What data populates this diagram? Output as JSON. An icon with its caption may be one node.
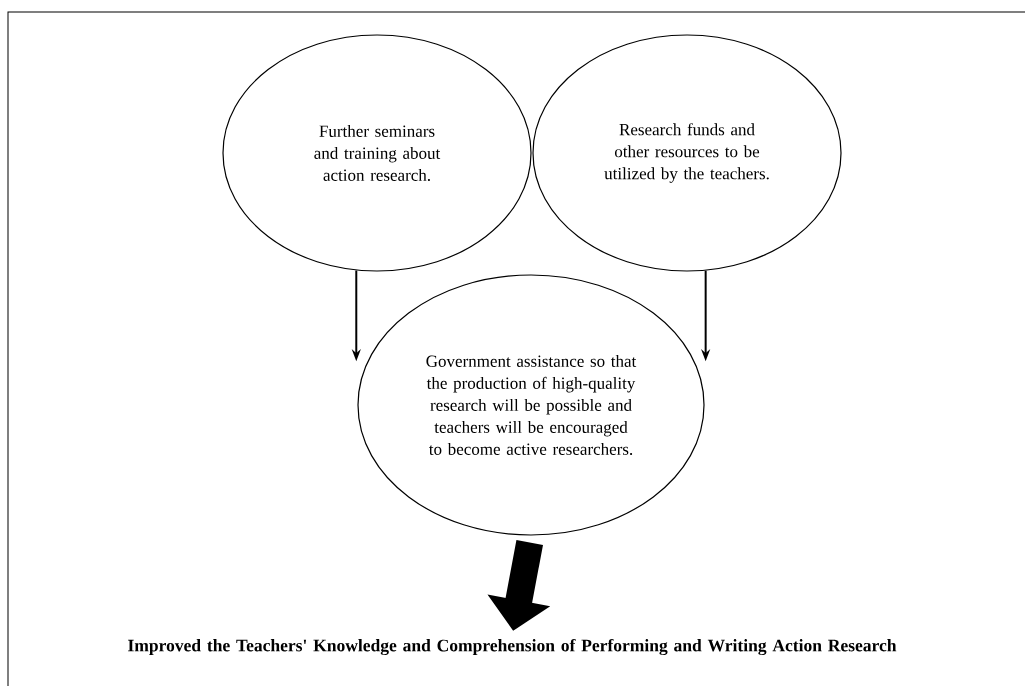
{
  "diagram": {
    "nodes": [
      {
        "text": [
          "Further seminars and training about action research."
        ]
      },
      {
        "text": [
          "Research funds and other resources to be utilized by the teachers."
        ]
      },
      {
        "text": [
          "Government assistance so that the production of high-quality research will be possible and teachers will be encouraged to become active researchers."
        ]
      },
      {
        "text": [
          "Improved the Teachers' Knowledge and Comprehension of Performing and Writing Action Research"
        ]
      }
    ],
    "edges": [
      {
        "from": 0,
        "to": 2,
        "arrow": "to"
      },
      {
        "from": 1,
        "to": 2,
        "arrow": "to"
      },
      {
        "from": 2,
        "to": 3,
        "arrow": "to",
        "style": "thick"
      }
    ]
  }
}
